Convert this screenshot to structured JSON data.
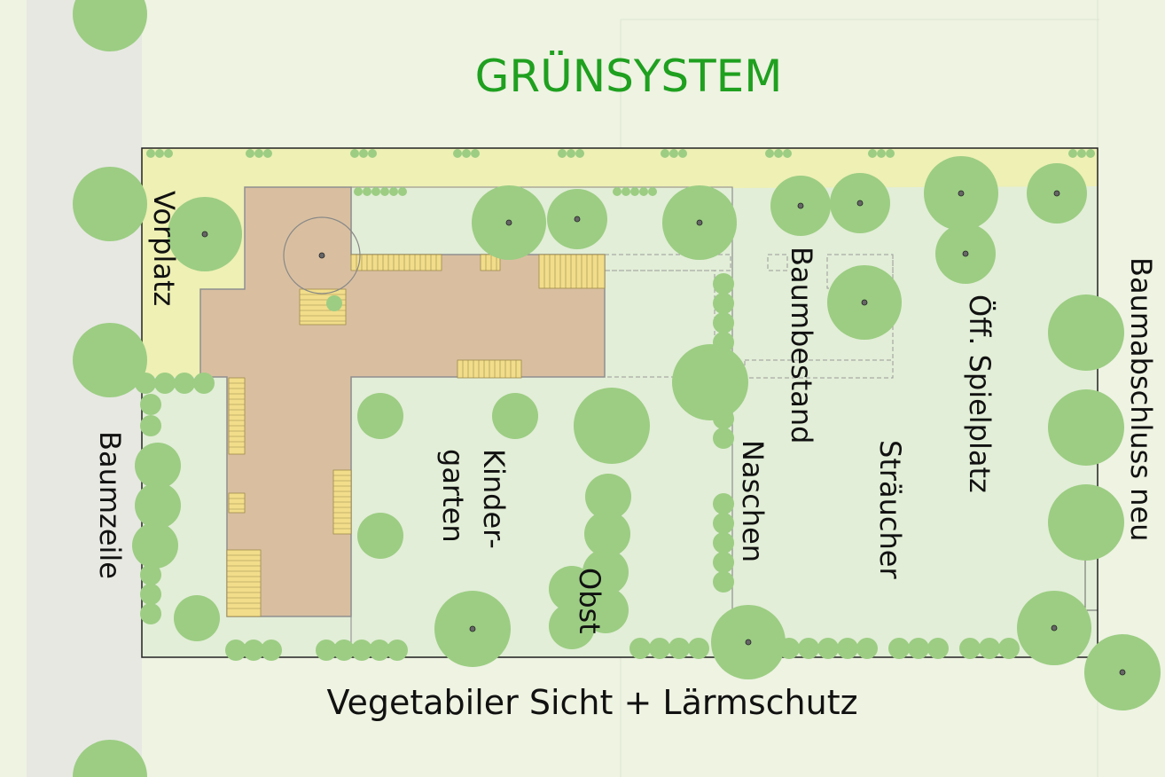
{
  "title": "GRÜNSYSTEM",
  "caption_bottom": "Vegetabiler Sicht + Lärmschutz",
  "labels": {
    "vorplatz": "Vorplatz",
    "baumzeile": "Baumzeile",
    "kindergarten_1": "Kinder-",
    "kindergarten_2": "garten",
    "obst": "Obst",
    "naschen": "Naschen",
    "baumbestand": "Baumbestand",
    "straeucher": "Sträucher",
    "spielplatz": "Öff. Spielplatz",
    "baumabschluss": "Baumabschluss neu"
  },
  "colors": {
    "background": "#eef3e2",
    "street": "#e7e8e2",
    "plot": "#e2eed7",
    "forecourt": "#eef0b4",
    "building": "#d9bfa0",
    "tree": "#9ccd83",
    "title": "#1fa01f",
    "terrace": "#f1dd8a"
  }
}
